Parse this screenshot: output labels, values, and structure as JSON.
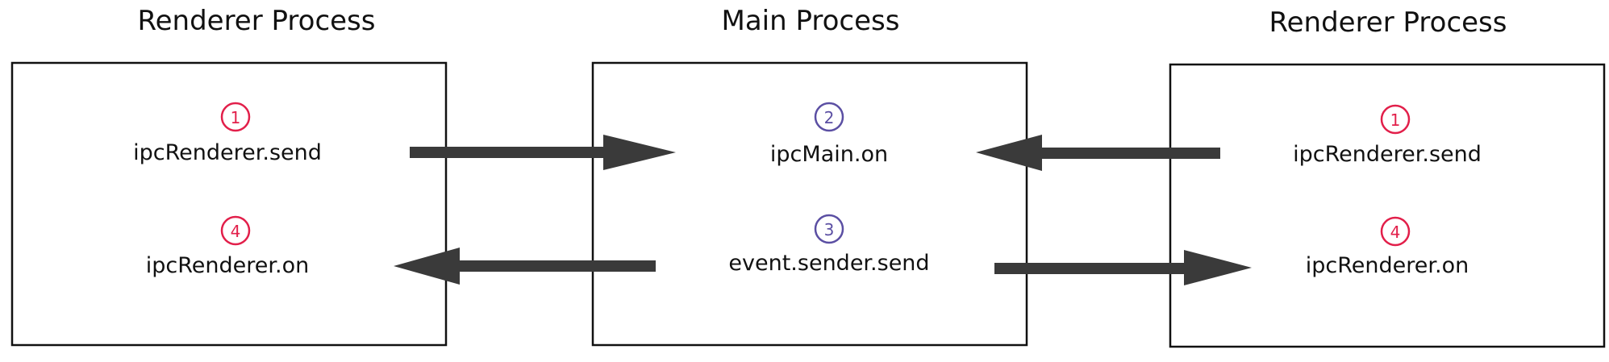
{
  "colors": {
    "renderer_step": "#e21f4a",
    "main_step": "#5b4fa3",
    "arrow": "#3a3a3a",
    "box_border": "#111111",
    "text": "#111111"
  },
  "left": {
    "title": "Renderer Process",
    "step_send": {
      "number": "1",
      "label": "ipcRenderer.send"
    },
    "step_on": {
      "number": "4",
      "label": "ipcRenderer.on"
    }
  },
  "main": {
    "title": "Main Process",
    "step_on": {
      "number": "2",
      "label": "ipcMain.on"
    },
    "step_reply": {
      "number": "3",
      "label": "event.sender.send"
    }
  },
  "right": {
    "title": "Renderer Process",
    "step_send": {
      "number": "1",
      "label": "ipcRenderer.send"
    },
    "step_on": {
      "number": "4",
      "label": "ipcRenderer.on"
    }
  }
}
